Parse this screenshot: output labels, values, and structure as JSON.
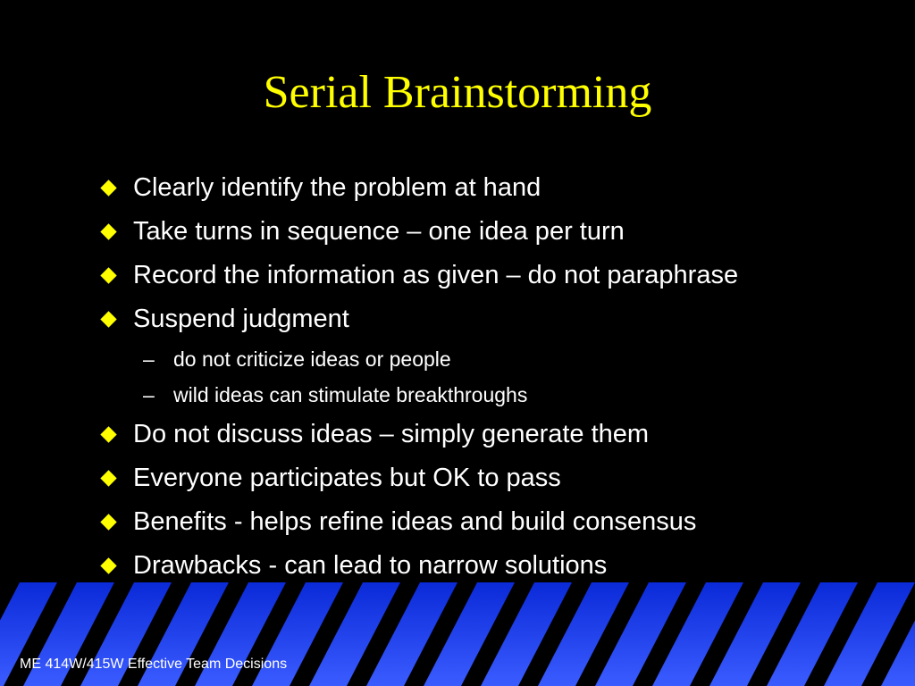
{
  "slide": {
    "title": "Serial Brainstorming",
    "bullets": [
      {
        "level": 1,
        "text": "Clearly identify the problem at hand"
      },
      {
        "level": 1,
        "text": "Take turns in sequence – one idea per turn"
      },
      {
        "level": 1,
        "text": "Record the information as given – do not paraphrase"
      },
      {
        "level": 1,
        "text": "Suspend judgment"
      },
      {
        "level": 2,
        "text": "do not criticize ideas or people"
      },
      {
        "level": 2,
        "text": "wild ideas can stimulate breakthroughs"
      },
      {
        "level": 1,
        "text": "Do not discuss ideas – simply generate them"
      },
      {
        "level": 1,
        "text": "Everyone participates but OK to pass"
      },
      {
        "level": 1,
        "text": "Benefits - helps refine ideas and build consensus"
      },
      {
        "level": 1,
        "text": "Drawbacks  - can lead to narrow solutions"
      }
    ],
    "sub_bullet_marker": "–",
    "footer": "ME 414W/415W Effective Team Decisions"
  },
  "colors": {
    "background": "#000000",
    "title": "#ffff00",
    "bullet_marker": "#ffff00",
    "text": "#ffffff",
    "footer_band": "#1a40ff"
  },
  "icons": {
    "level1_marker": "yellow-diamond",
    "level2_marker": "dash"
  }
}
